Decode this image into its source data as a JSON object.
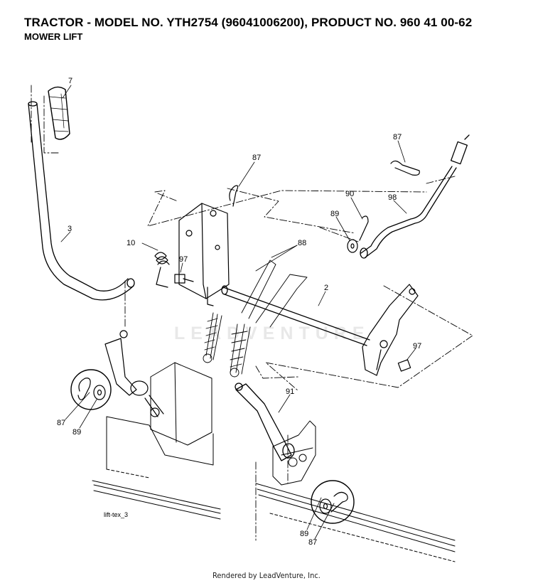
{
  "header": {
    "title": "TRACTOR - MODEL NO. YTH2754 (96041006200), PRODUCT NO. 960 41 00-62",
    "subtitle": "MOWER LIFT"
  },
  "watermark": "LEADVENTURE",
  "figure_id": "lift-tex_3",
  "footer": "Rendered by LeadVenture, Inc.",
  "callouts": [
    {
      "id": "c7",
      "label": "7"
    },
    {
      "id": "c3",
      "label": "3"
    },
    {
      "id": "c87a",
      "label": "87"
    },
    {
      "id": "c10",
      "label": "10"
    },
    {
      "id": "c97a",
      "label": "97"
    },
    {
      "id": "c88",
      "label": "88"
    },
    {
      "id": "c87b",
      "label": "87"
    },
    {
      "id": "c90",
      "label": "90"
    },
    {
      "id": "c98",
      "label": "98"
    },
    {
      "id": "c89a",
      "label": "89"
    },
    {
      "id": "c2",
      "label": "2"
    },
    {
      "id": "c97b",
      "label": "97"
    },
    {
      "id": "c87c",
      "label": "87"
    },
    {
      "id": "c89b",
      "label": "89"
    },
    {
      "id": "c91",
      "label": "91"
    },
    {
      "id": "c89c",
      "label": "89"
    },
    {
      "id": "c87d",
      "label": "87"
    }
  ],
  "colors": {
    "ink": "#000000",
    "watermark": "#e8e8e8",
    "background": "#ffffff"
  }
}
